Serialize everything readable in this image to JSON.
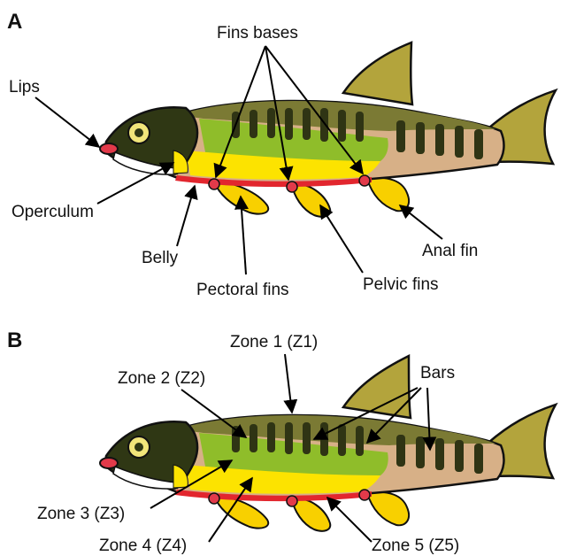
{
  "panels": [
    {
      "letter": "A",
      "labels": {
        "fins_bases": "Fins bases",
        "lips": "Lips",
        "operculum": "Operculum",
        "belly": "Belly",
        "pectoral_fins": "Pectoral fins",
        "pelvic_fins": "Pelvic fins",
        "anal_fin": "Anal fin"
      }
    },
    {
      "letter": "B",
      "labels": {
        "zone1": "Zone 1 (Z1)",
        "zone2": "Zone 2 (Z2)",
        "zone3": "Zone 3 (Z3)",
        "zone4": "Zone 4 (Z4)",
        "zone5": "Zone 5 (Z5)",
        "bars": "Bars"
      }
    }
  ],
  "colors": {
    "back": "#7b7a34",
    "fin_olive": "#b3a43c",
    "flank_tan": "#d7b087",
    "bar_dark": "#2f3414",
    "lateral_green": "#8fbd2a",
    "lower_yellow": "#fce300",
    "fin_yellow": "#f8d000",
    "belly_red": "#e2262e",
    "head_dark": "#2f3714",
    "lip_red": "#e23a4a",
    "eye_yellow": "#f1e57a"
  }
}
